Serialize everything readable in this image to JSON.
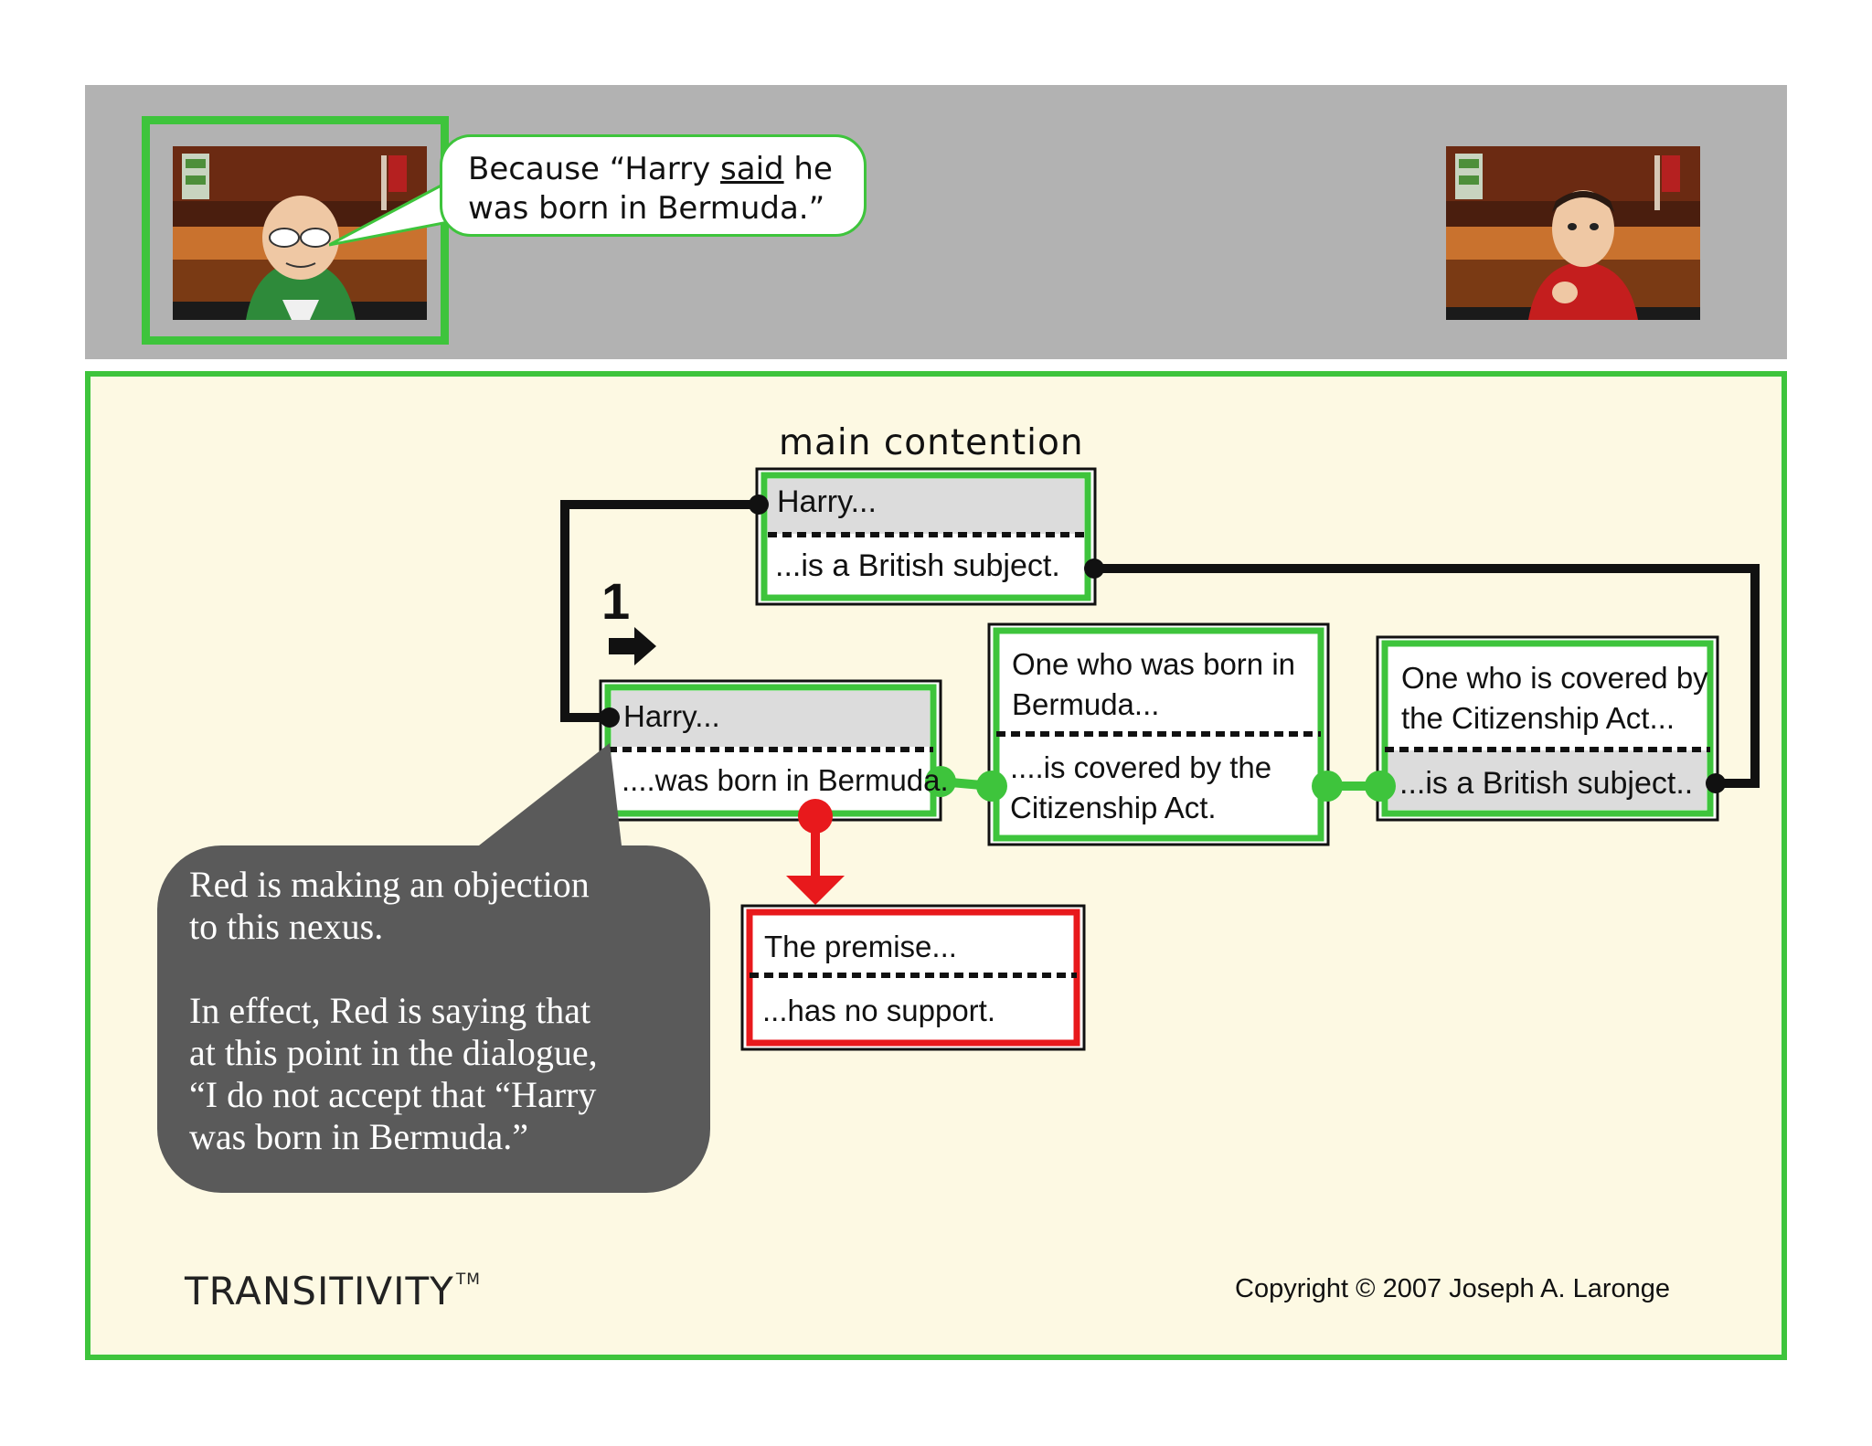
{
  "speech": {
    "line1_before": "Because “Harry ",
    "line1_said": "said",
    "line1_after": " he",
    "line2": "was born in Bermuda.”"
  },
  "diagram": {
    "title": "main contention",
    "main_contention": {
      "top": "Harry...",
      "bottom": "...is a British subject."
    },
    "step_number": "1",
    "premise_1": {
      "top": "Harry...",
      "bottom": "....was born in Bermuda."
    },
    "premise_2": {
      "top_line1": "One who was born in",
      "top_line2": "Bermuda...",
      "bottom_line1": "....is covered by the",
      "bottom_line2": "Citizenship Act."
    },
    "premise_3": {
      "top_line1": "One who is covered by",
      "top_line2": "the Citizenship Act...",
      "bottom": "...is a British subject.."
    },
    "objection_box": {
      "top": "The premise...",
      "bottom": "...has no support."
    }
  },
  "note": {
    "para1_line1": "Red is making an objection",
    "para1_line2": "to this nexus.",
    "para2_line1": "In effect, Red is saying that",
    "para2_line2": "at this point in the dialogue,",
    "para2_line3": "“I do not accept that “Harry",
    "para2_line4": "was born in Bermuda.”"
  },
  "footer": {
    "brand": "TRANSITIVITY",
    "trademark": "TM",
    "copyright": "Copyright © 2007 Joseph A. Laronge"
  },
  "colors": {
    "green": "#3ec43c",
    "red": "#e8191c",
    "panel": "#fdf9e3",
    "band": "#b2b2b2"
  }
}
